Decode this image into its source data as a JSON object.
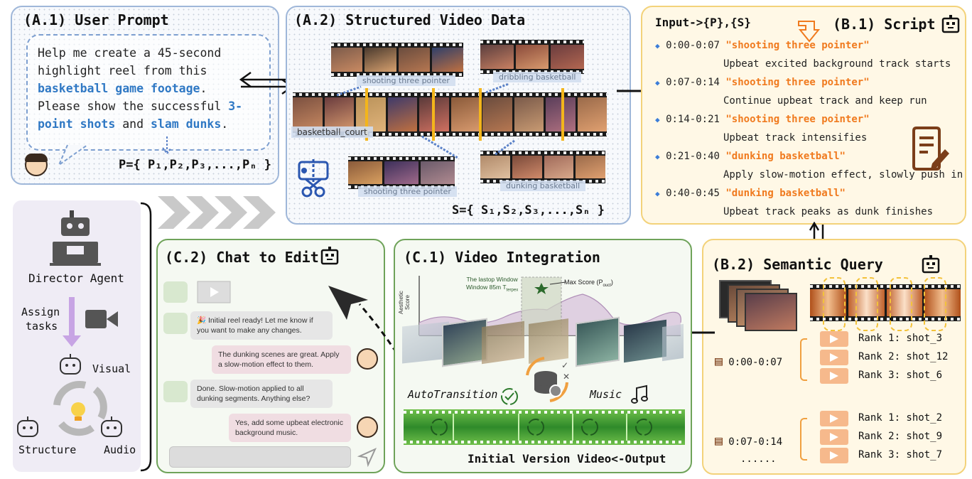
{
  "a1": {
    "title": "(A.1) User Prompt",
    "prompt_l1": "Help me create a 45-second",
    "prompt_l2": "highlight reel from this",
    "prompt_l3a": "basketball game footage",
    "prompt_l3b": ".",
    "prompt_l4a": "Please show the successful ",
    "prompt_l4b": "3-",
    "prompt_l5a": "point shots",
    "prompt_l5b": " and ",
    "prompt_l5c": "slam dunks",
    "prompt_l5d": ".",
    "formula": "P={ P₁,P₂,P₃,...,Pₙ }"
  },
  "a2": {
    "title": "(A.2) Structured Video Data",
    "clip_shooting_top": "shooting three pointer",
    "clip_dribbling": "dribbling basketball",
    "clip_court": "basketball_court",
    "clip_shooting_bottom": "shooting three pointer",
    "clip_dunking": "dunking basketball",
    "formula": "S={ S₁,S₂,S₃,...,Sₙ }"
  },
  "b1": {
    "title": "(B.1) Script",
    "input": "Input->{P},{S}",
    "entries": [
      {
        "time": "0:00-0:07",
        "shot": "\"shooting three pointer\"",
        "desc": "Upbeat excited background track starts"
      },
      {
        "time": "0:07-0:14",
        "shot": "\"shooting three pointer\"",
        "desc": "Continue upbeat track and keep run"
      },
      {
        "time": "0:14-0:21",
        "shot": "\"shooting three pointer\"",
        "desc": "Upbeat track intensifies"
      },
      {
        "time": "0:21-0:40",
        "shot": "\"dunking basketball\"",
        "desc": "Apply slow-motion effect, slowly push in"
      },
      {
        "time": "0:40-0:45",
        "shot": "\"dunking basketball\"",
        "desc": "Upbeat track peaks as dunk finishes"
      }
    ]
  },
  "b2": {
    "title": "(B.2) Semantic Query",
    "groups": [
      {
        "time": "0:00-0:07",
        "ranks": [
          "Rank 1: shot_3",
          "Rank 2: shot_12",
          "Rank 3: shot_6"
        ]
      },
      {
        "time": "0:07-0:14",
        "ranks": [
          "Rank 1: shot_2",
          "Rank 2: shot_9",
          "Rank 3: shot_7"
        ]
      }
    ],
    "ellipsis": "......"
  },
  "c1": {
    "title": "(C.1) Video Integration",
    "chart_title_l1": "The lastop Window",
    "chart_title_l2": "Window 85m T",
    "chart_title_sub": "terpex",
    "max_score": "Max Score (P",
    "max_score_sub": "ouct",
    "max_score_end": ")",
    "ylabel_l1": "Aesthetic",
    "ylabel_l2": "Score",
    "autotransition": "AutoTransition",
    "music": "Music",
    "output": "Initial Version Video<-Output"
  },
  "c2": {
    "title": "(C.2) Chat to Edit",
    "messages": [
      {
        "role": "bot",
        "text": "🎉 Initial reel ready! Let me know if you want to make any changes."
      },
      {
        "role": "user",
        "text": "The dunking scenes are great. Apply a slow-motion effect to them."
      },
      {
        "role": "bot",
        "text": "Done. Slow-motion applied to all dunking segments. Anything else?"
      },
      {
        "role": "user",
        "text": "Yes, add some upbeat electronic background music."
      }
    ]
  },
  "left": {
    "director": "Director Agent",
    "assign_l1": "Assign",
    "assign_l2": "tasks",
    "visual": "Visual",
    "structure": "Structure",
    "audio": "Audio"
  },
  "colors": {
    "orange": "#f07a1e",
    "blue_text": "#2f78c4",
    "green_panel": "#6fa35a",
    "yellow_panel": "#f3d27a",
    "purple_bar": "#c7a4e4"
  }
}
